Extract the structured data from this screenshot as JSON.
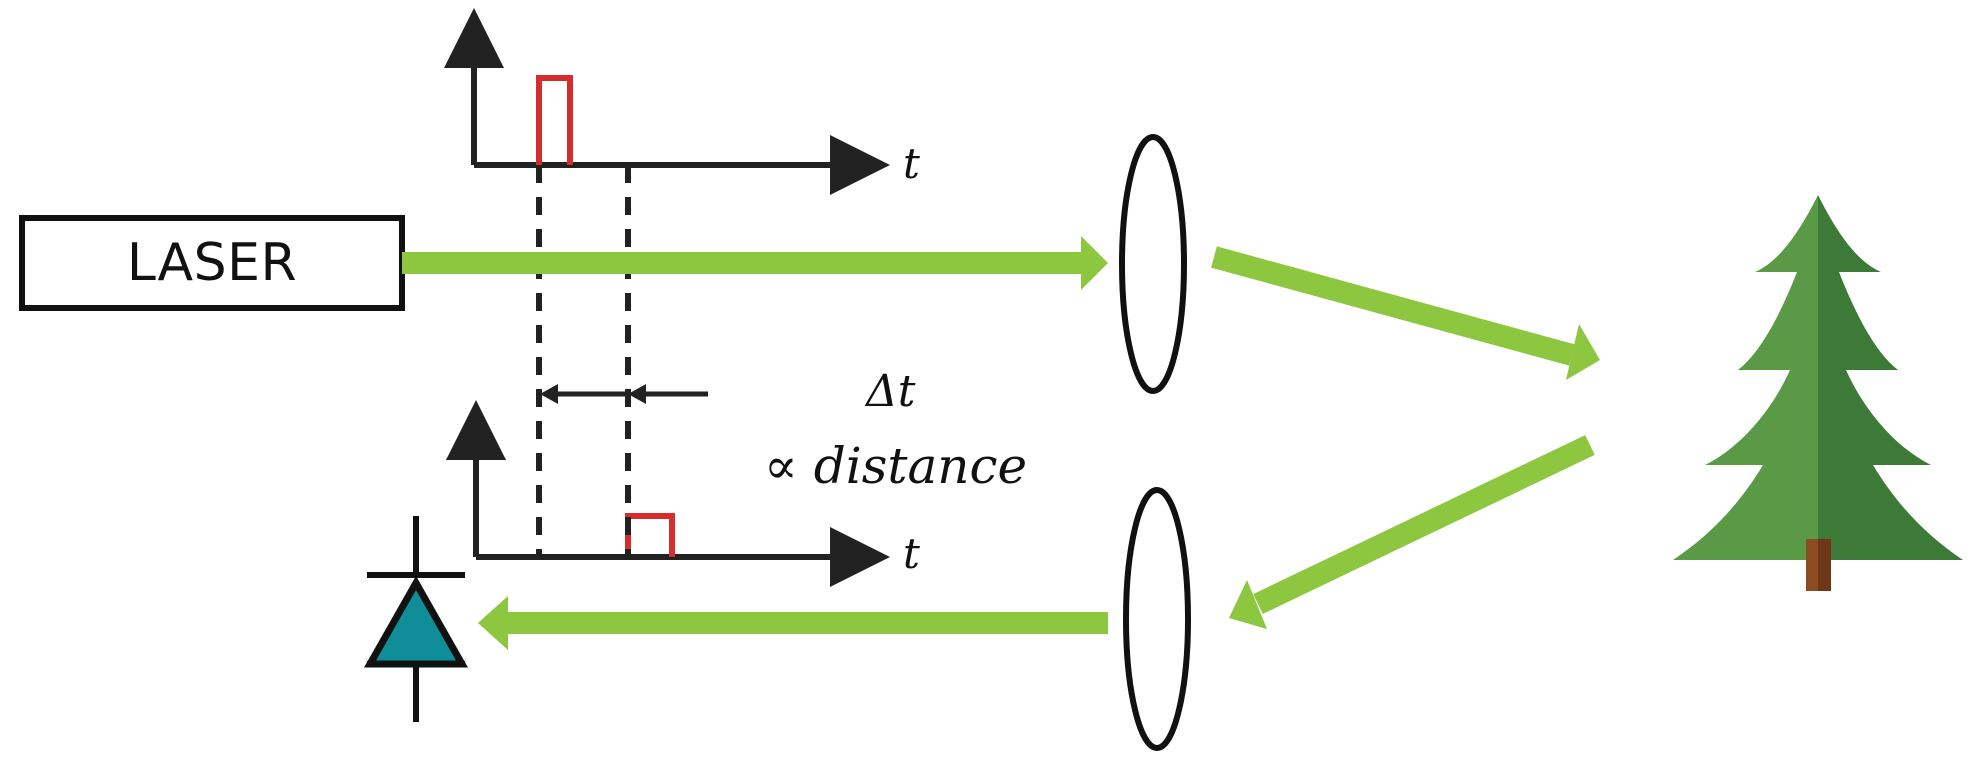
{
  "diagram": {
    "laser_label": "LASER",
    "time_axis_top": "t",
    "time_axis_bottom": "t",
    "delta_t_label": "Δt",
    "proportional_label": "∝ distance"
  },
  "colors": {
    "laser_box": "#111111",
    "beam": "#8DC63F",
    "pulse": "#D62C2C",
    "axis": "#222222",
    "dashed_line": "#222222",
    "lens": "#111111",
    "tree_light": "#5A9A46",
    "tree_dark": "#3E7A37",
    "trunk": "#8C4B22",
    "detector_fill": "#0F8E99",
    "detector_outline": "#111111"
  },
  "icons": {
    "laser_source": "laser-box-icon",
    "lens_top": "lens-icon",
    "lens_bottom": "lens-icon",
    "target": "tree-icon",
    "detector": "photodiode-icon"
  }
}
